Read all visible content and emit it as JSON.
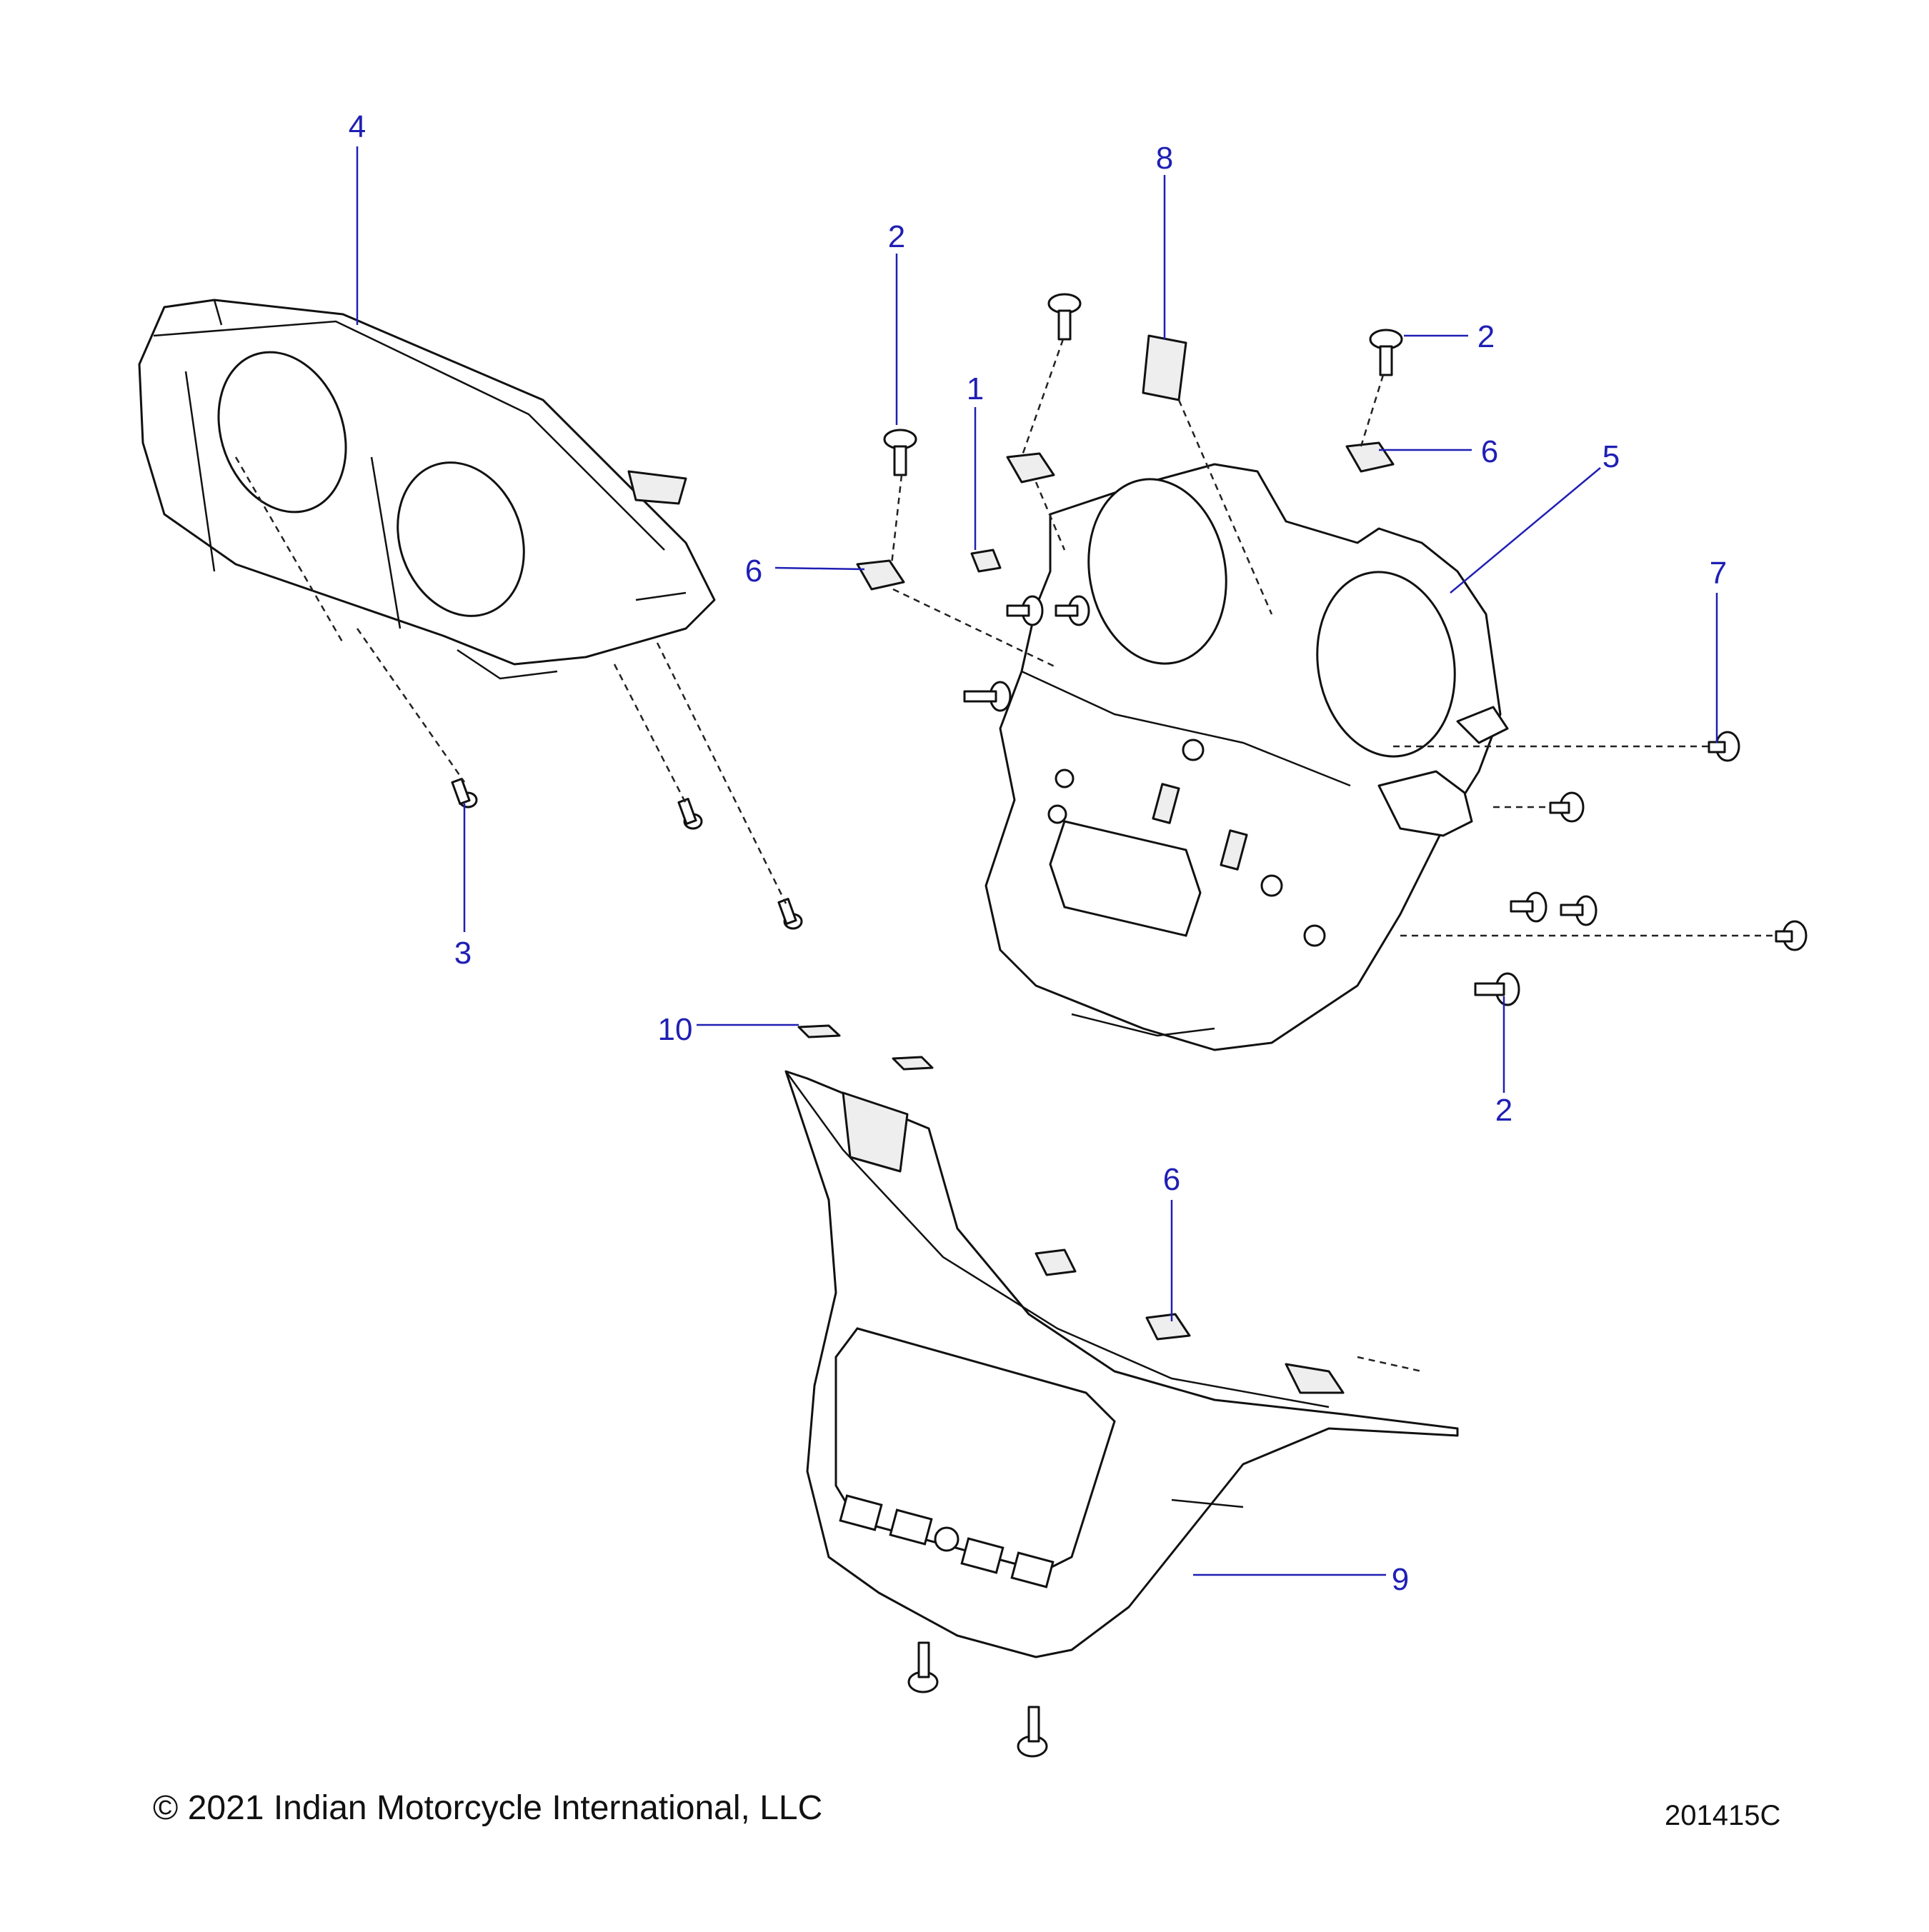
{
  "callouts": [
    {
      "key": "c1",
      "label": "1"
    },
    {
      "key": "c2a",
      "label": "2"
    },
    {
      "key": "c2b",
      "label": "2"
    },
    {
      "key": "c2c",
      "label": "2"
    },
    {
      "key": "c3",
      "label": "3"
    },
    {
      "key": "c4",
      "label": "4"
    },
    {
      "key": "c5",
      "label": "5"
    },
    {
      "key": "c6a",
      "label": "6"
    },
    {
      "key": "c6b",
      "label": "6"
    },
    {
      "key": "c6c",
      "label": "6"
    },
    {
      "key": "c7",
      "label": "7"
    },
    {
      "key": "c8",
      "label": "8"
    },
    {
      "key": "c9",
      "label": "9"
    },
    {
      "key": "c10",
      "label": "10"
    }
  ],
  "footer": {
    "copyright": "© 2021 Indian Motorcycle International, LLC",
    "drawing_number": "201415C"
  },
  "colors": {
    "callout": "#1f1fb4",
    "linework": "#111111",
    "background": "#ffffff"
  }
}
